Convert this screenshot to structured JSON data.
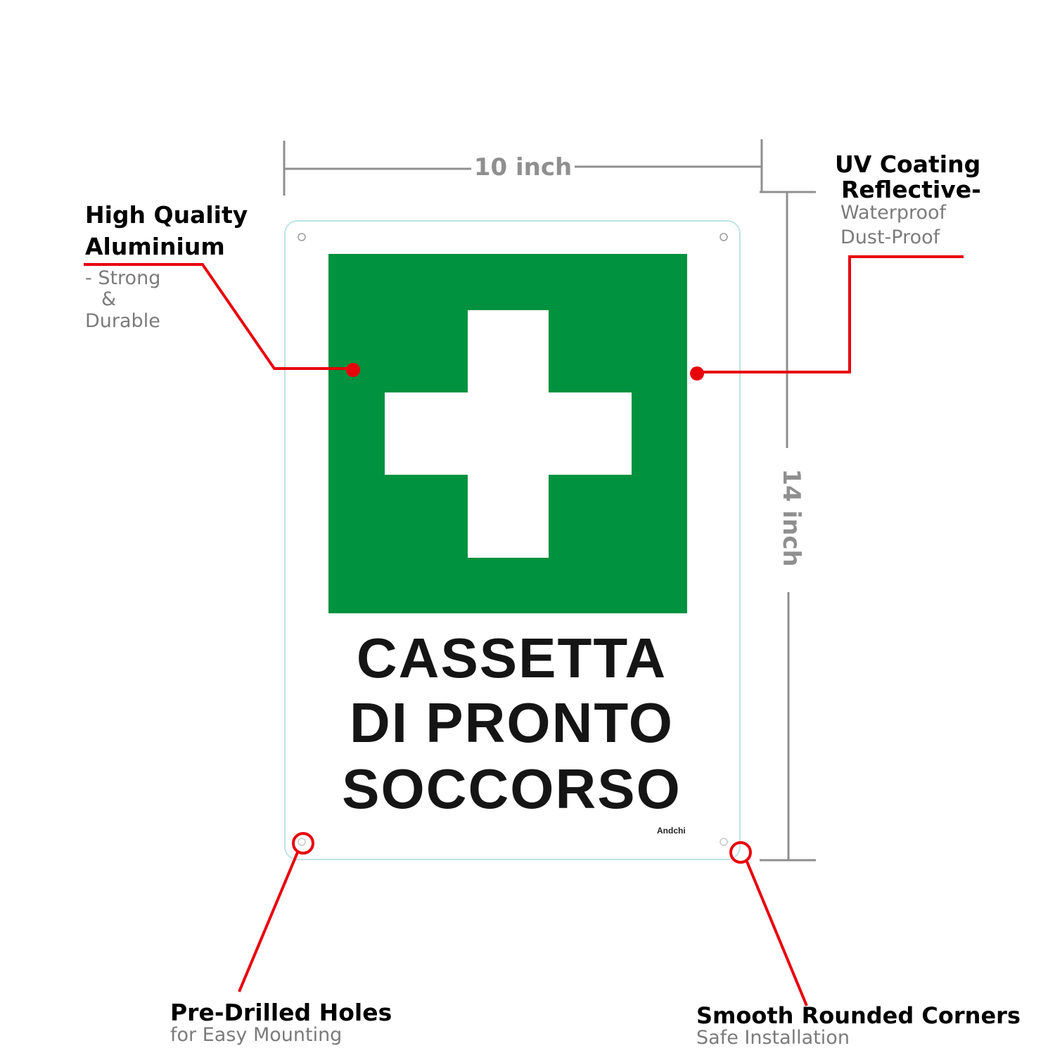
{
  "dimensions": {
    "width_label": "10 inch",
    "height_label": "14 inch"
  },
  "sign": {
    "line1": "CASSETTA",
    "line2": "DI PRONTO",
    "line3": "SOCCORSO",
    "brand": "Andchi",
    "icon": "first-aid-cross-icon",
    "panel_color": "#00923f",
    "cross_color": "#ffffff"
  },
  "callouts": {
    "material": {
      "title_line1": "High Quality",
      "title_line2": "Aluminium",
      "sub_line1": "- Strong",
      "sub_line2": "&",
      "sub_line3": "Durable"
    },
    "coating": {
      "title_line1": "UV Coating",
      "title_line2": "Reflective-",
      "sub_line1": "Waterproof",
      "sub_line2": "Dust-Proof"
    },
    "holes": {
      "title": "Pre-Drilled Holes",
      "subtitle": "for Easy Mounting"
    },
    "corners": {
      "title": "Smooth Rounded Corners",
      "subtitle": "Safe Installation"
    }
  },
  "accent_color": "#e8000b",
  "dimension_line_color": "#8f8f8f"
}
